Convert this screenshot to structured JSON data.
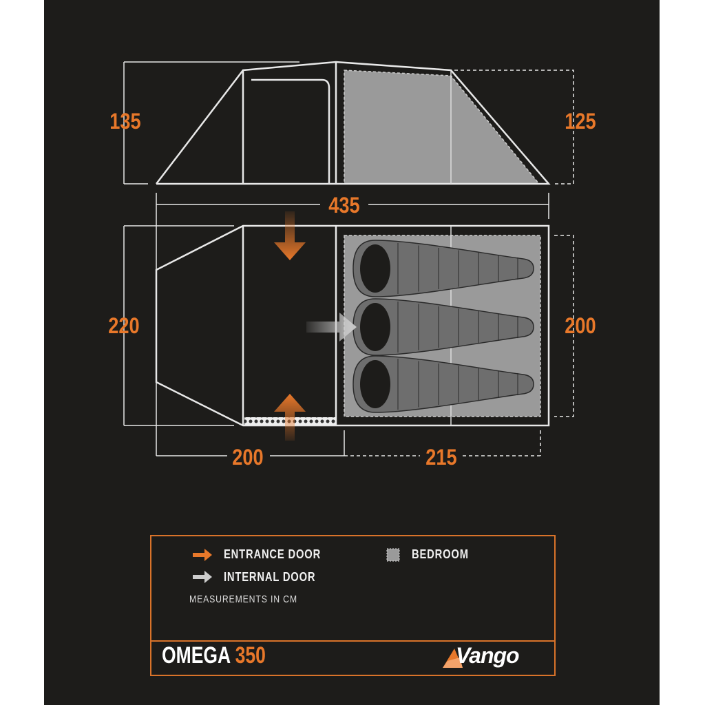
{
  "dimensions": {
    "side_left_height": "135",
    "side_right_height": "125",
    "total_length": "435",
    "floor_width_left": "220",
    "floor_width_right": "200",
    "living_length": "200",
    "bedroom_length": "215"
  },
  "legend": {
    "entrance_door": "ENTRANCE DOOR",
    "internal_door": "INTERNAL DOOR",
    "bedroom": "BEDROOM",
    "measurements_note": "MEASUREMENTS IN CM"
  },
  "product": {
    "name": "OMEGA",
    "model": "350"
  },
  "brand": {
    "logo_text": "Vango"
  },
  "colors": {
    "accent": "#e8782a",
    "background": "#1d1c1a",
    "bedroom": "#9a9a9a",
    "line": "#e8e8e8"
  }
}
